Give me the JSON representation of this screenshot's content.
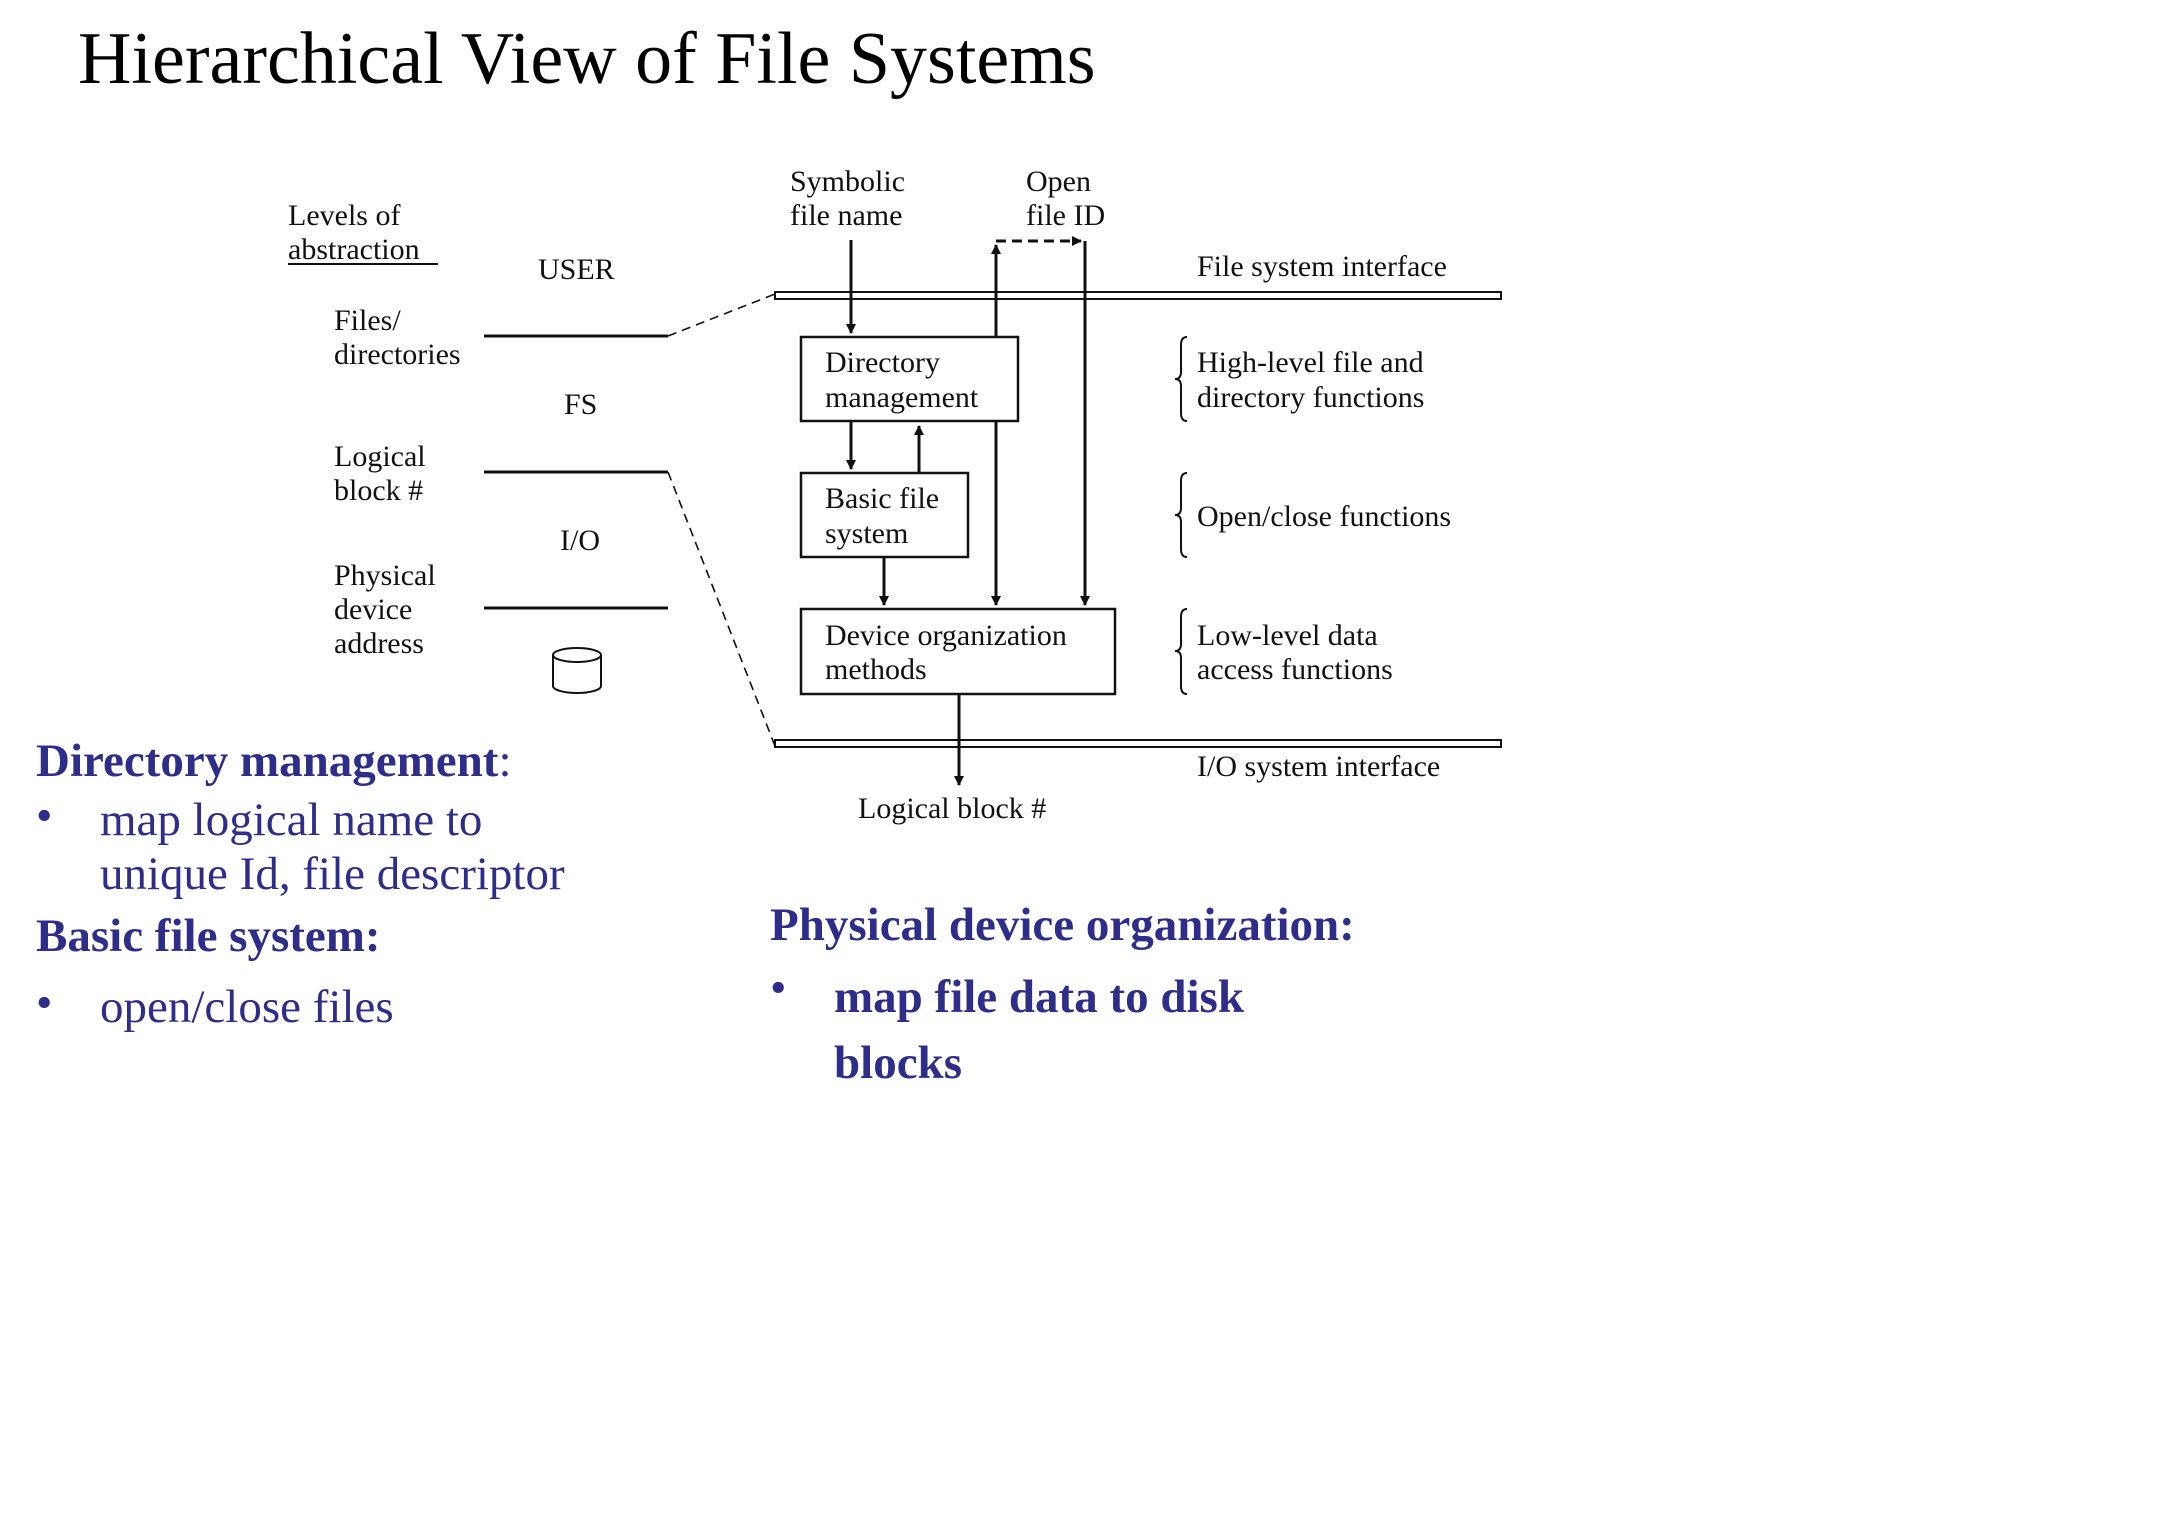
{
  "title": "Hierarchical View of File Systems",
  "diagram": {
    "levels_header_line1": "Levels of",
    "levels_header_line2": "abstraction",
    "levels": [
      {
        "line1": "Files/",
        "line2": "directories",
        "line3": ""
      },
      {
        "line1": "Logical",
        "line2": "block #",
        "line3": ""
      },
      {
        "line1": "Physical",
        "line2": "device",
        "line3": "address"
      }
    ],
    "layers": [
      "USER",
      "FS",
      "I/O"
    ],
    "inputs": {
      "symbolic_line1": "Symbolic",
      "symbolic_line2": "file name",
      "open_line1": "Open",
      "open_line2": "file ID"
    },
    "boxes": [
      {
        "line1": "Directory",
        "line2": "management"
      },
      {
        "line1": "Basic file",
        "line2": "system"
      },
      {
        "line1": "Device organization",
        "line2": "methods"
      }
    ],
    "interfaces": {
      "top": "File system interface",
      "bottom": "I/O system interface"
    },
    "functions": [
      {
        "line1": "High-level file and",
        "line2": "directory functions"
      },
      {
        "line1": "Open/close functions",
        "line2": ""
      },
      {
        "line1": "Low-level data",
        "line2": "access functions"
      }
    ],
    "output_label": "Logical block #"
  },
  "notes": {
    "directory_heading": "Directory management",
    "directory_colon": ":",
    "directory_bullet_line1": "map logical name to",
    "directory_bullet_line2": "unique Id, file descriptor",
    "basic_heading": "Basic file system:",
    "basic_bullet": "open/close files",
    "physical_heading": "Physical device organization:",
    "physical_bullet_line1": "map file data to disk",
    "physical_bullet_line2": "blocks",
    "bullet_char": "•"
  },
  "colors": {
    "note_text": "#2e2e8a",
    "line": "#111111"
  }
}
